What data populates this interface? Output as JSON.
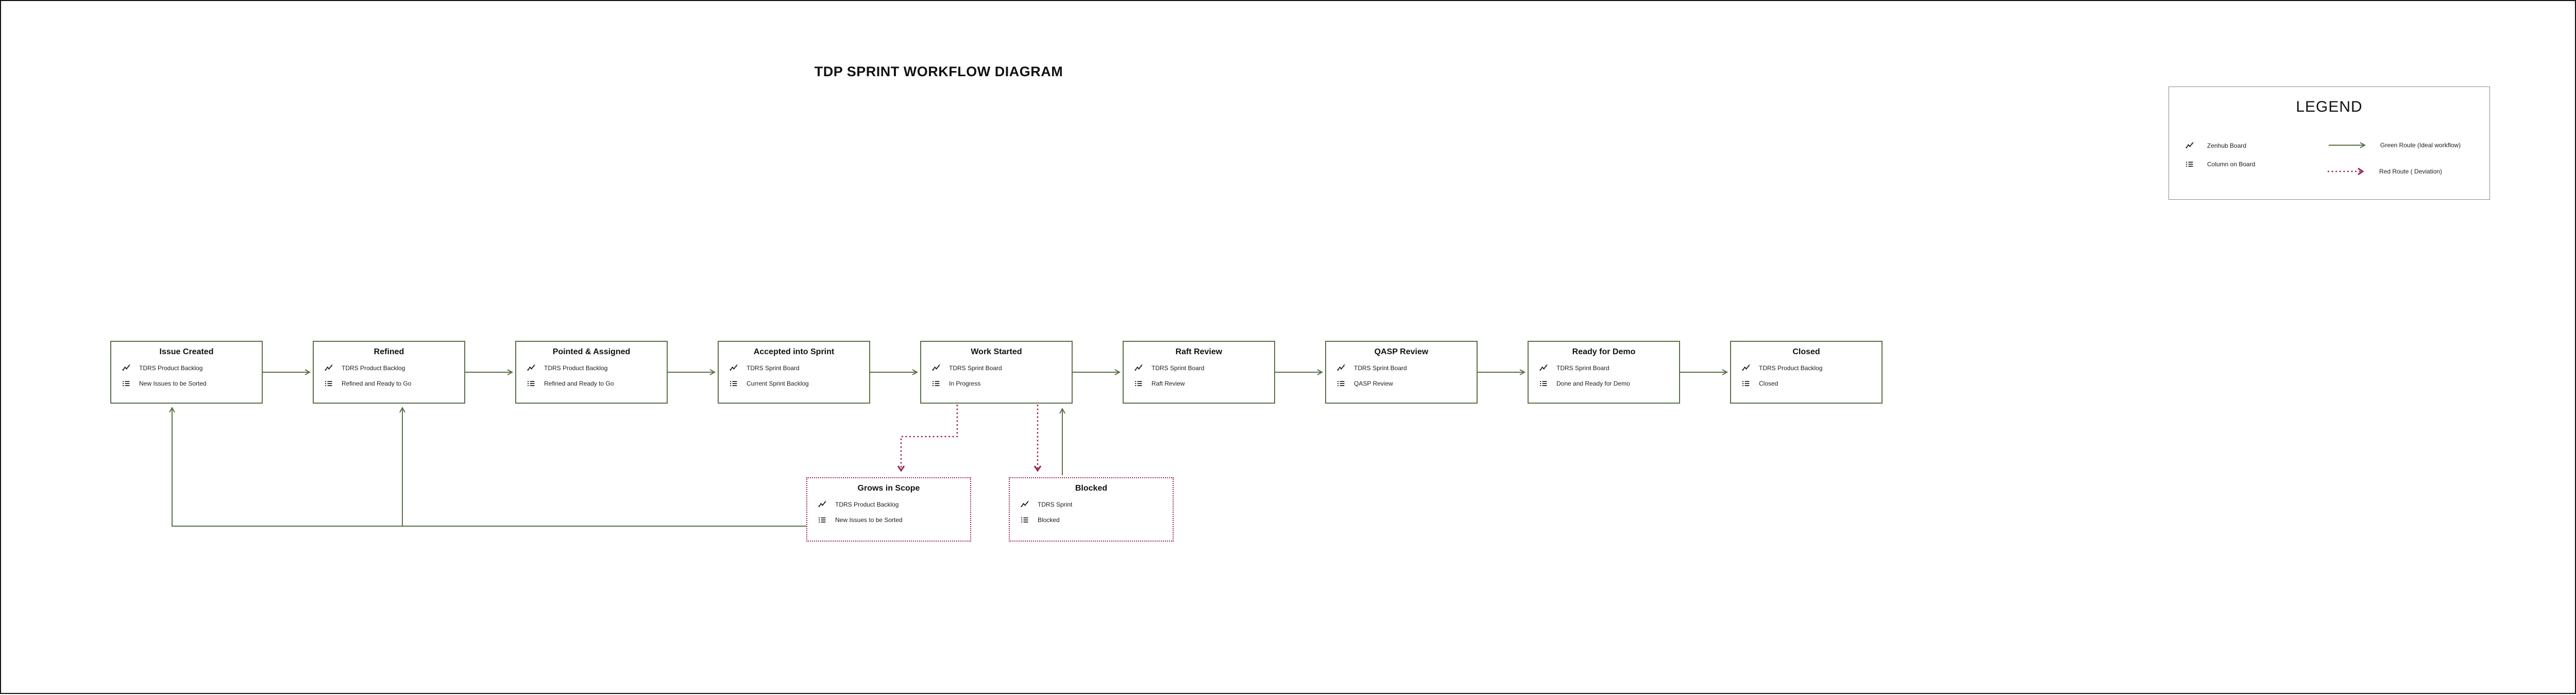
{
  "title": "TDP SPRINT WORKFLOW DIAGRAM",
  "colors": {
    "green": "#5a7046",
    "red": "#9d2550"
  },
  "legend": {
    "title": "LEGEND",
    "items": [
      {
        "icon": "zenhub-board-icon",
        "label": "Zenhub Board"
      },
      {
        "icon": "column-on-board-icon",
        "label": "Column on Board"
      },
      {
        "icon": "green-route-arrow",
        "label": "Green Route (Ideal workflow)"
      },
      {
        "icon": "red-route-arrow",
        "label": "Red Route ( Deviation)"
      }
    ]
  },
  "nodes": [
    {
      "id": "issue-created",
      "title": "Issue Created",
      "board": "TDRS Product Backlog",
      "column": "New Issues to be Sorted",
      "style": "solid"
    },
    {
      "id": "refined",
      "title": "Refined",
      "board": "TDRS Product Backlog",
      "column": "Refined and Ready to Go",
      "style": "solid"
    },
    {
      "id": "pointed-assigned",
      "title": "Pointed & Assigned",
      "board": "TDRS Product Backlog",
      "column": "Refined and Ready to Go",
      "style": "solid"
    },
    {
      "id": "accepted-into-sprint",
      "title": "Accepted into Sprint",
      "board": "TDRS Sprint Board",
      "column": "Current Sprint Backlog",
      "style": "solid"
    },
    {
      "id": "work-started",
      "title": "Work Started",
      "board": "TDRS Sprint Board",
      "column": "In Progress",
      "style": "solid"
    },
    {
      "id": "raft-review",
      "title": "Raft Review",
      "board": "TDRS Sprint Board",
      "column": "Raft Review",
      "style": "solid"
    },
    {
      "id": "qasp-review",
      "title": "QASP Review",
      "board": "TDRS Sprint Board",
      "column": "QASP Review",
      "style": "solid"
    },
    {
      "id": "ready-for-demo",
      "title": "Ready for Demo",
      "board": "TDRS Sprint Board",
      "column": "Done and Ready for Demo",
      "style": "solid"
    },
    {
      "id": "closed",
      "title": "Closed",
      "board": "TDRS Product Backlog",
      "column": "Closed",
      "style": "solid"
    },
    {
      "id": "grows-in-scope",
      "title": "Grows in Scope",
      "board": "TDRS Product Backlog",
      "column": "New Issues to be Sorted",
      "style": "dashed"
    },
    {
      "id": "blocked",
      "title": "Blocked",
      "board": "TDRS Sprint",
      "column": "Blocked",
      "style": "dashed"
    }
  ],
  "edges": [
    {
      "from": "issue-created",
      "to": "refined",
      "route": "green"
    },
    {
      "from": "refined",
      "to": "pointed-assigned",
      "route": "green"
    },
    {
      "from": "pointed-assigned",
      "to": "accepted-into-sprint",
      "route": "green"
    },
    {
      "from": "accepted-into-sprint",
      "to": "work-started",
      "route": "green"
    },
    {
      "from": "work-started",
      "to": "raft-review",
      "route": "green"
    },
    {
      "from": "raft-review",
      "to": "qasp-review",
      "route": "green"
    },
    {
      "from": "qasp-review",
      "to": "ready-for-demo",
      "route": "green"
    },
    {
      "from": "ready-for-demo",
      "to": "closed",
      "route": "green"
    },
    {
      "from": "work-started",
      "to": "grows-in-scope",
      "route": "red"
    },
    {
      "from": "work-started",
      "to": "blocked",
      "route": "red"
    },
    {
      "from": "blocked",
      "to": "work-started",
      "route": "green"
    },
    {
      "from": "grows-in-scope",
      "to": "issue-created",
      "route": "green"
    },
    {
      "from": "grows-in-scope",
      "to": "refined",
      "route": "green"
    }
  ]
}
